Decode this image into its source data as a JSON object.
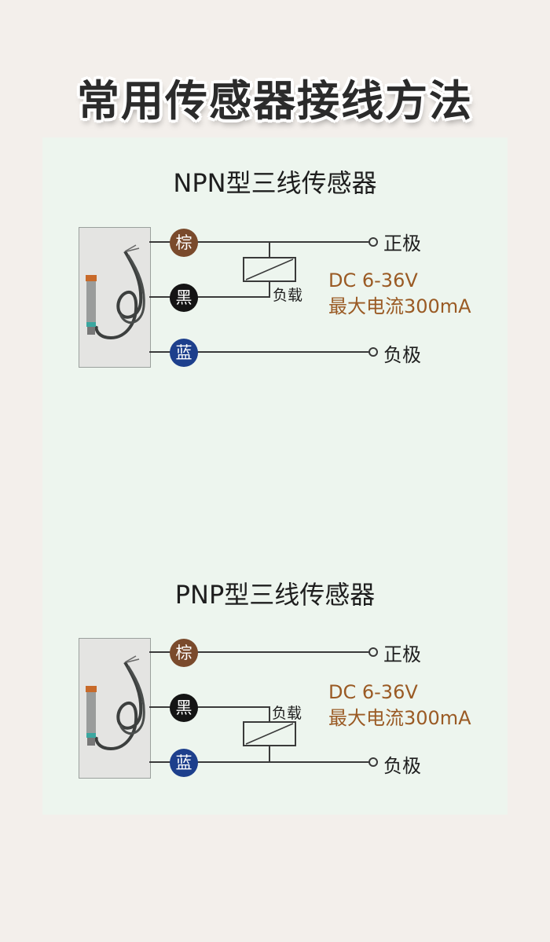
{
  "title": "常用传感器接线方法",
  "colors": {
    "brown": "#7a4a2c",
    "black": "#141414",
    "blue": "#1d3f8c",
    "spec": "#9a5a24"
  },
  "npn": {
    "title": "NPN型三线传感器",
    "wires": {
      "brown": "棕",
      "black": "黑",
      "blue": "蓝"
    },
    "positive": "正极",
    "negative": "负极",
    "load": "负载",
    "spec_voltage": "DC 6-36V",
    "spec_current": "最大电流300mA"
  },
  "pnp": {
    "title": "PNP型三线传感器",
    "wires": {
      "brown": "棕",
      "black": "黑",
      "blue": "蓝"
    },
    "positive": "正极",
    "negative": "负极",
    "load": "负载",
    "spec_voltage": "DC 6-36V",
    "spec_current": "最大电流300mA"
  }
}
